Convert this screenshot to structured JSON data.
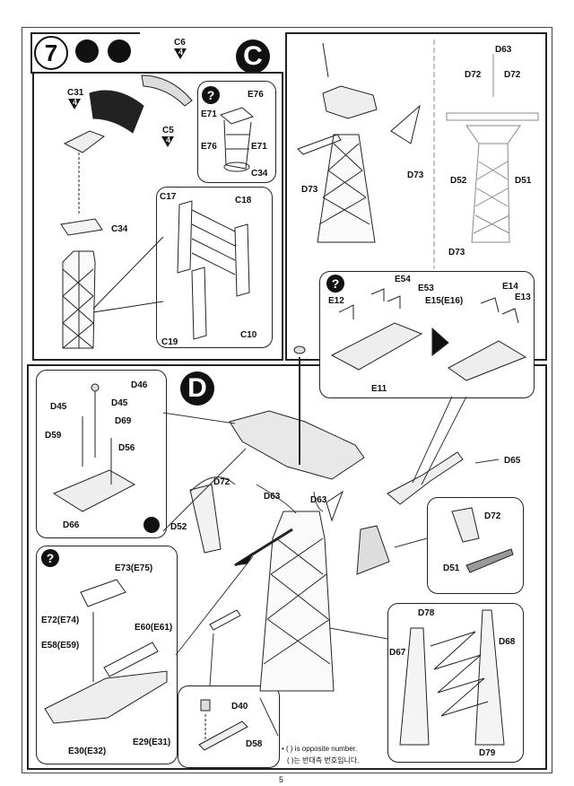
{
  "step": {
    "number": "7"
  },
  "sections": {
    "c": "C",
    "d": "D"
  },
  "paint_refs": {
    "c6": {
      "label": "C6",
      "num": "4"
    },
    "c31": {
      "label": "C31",
      "num": "4"
    },
    "c5": {
      "label": "C5",
      "num": "4"
    }
  },
  "help_mark": "?",
  "parts_c": {
    "c34_main": "C34",
    "c17": "C17",
    "c18": "C18",
    "c19": "C19",
    "c10": "C10",
    "e76_top": "E76",
    "e71_left": "E71",
    "e76_left": "E76",
    "e71_right": "E71",
    "c34_inset": "C34"
  },
  "parts_mast_top": {
    "d63": "D63",
    "d72_left": "D72",
    "d72_right": "D72",
    "d73_left": "D73",
    "d73_mid": "D73",
    "d52": "D52",
    "d51": "D51",
    "d73_bottom": "D73"
  },
  "parts_e_inset": {
    "e12": "E12",
    "e54": "E54",
    "e53": "E53",
    "e15": "E15(E16)",
    "e14": "E14",
    "e13": "E13",
    "e11": "E11"
  },
  "parts_d_inset": {
    "d46": "D46",
    "d45_left": "D45",
    "d45_right": "D45",
    "d69": "D69",
    "d59": "D59",
    "d56": "D56",
    "d66": "D66"
  },
  "parts_d_main": {
    "d72": "D72",
    "d63_left": "D63",
    "d63_right": "D63",
    "d52": "D52",
    "d65": "D65"
  },
  "parts_d72_inset": {
    "d72": "D72",
    "d51": "D51"
  },
  "parts_e_lower": {
    "e73": "E73(E75)",
    "e72": "E72(E74)",
    "e60": "E60(E61)",
    "e58": "E58(E59)",
    "e30": "E30(E32)",
    "e29": "E29(E31)"
  },
  "parts_d40": {
    "d40": "D40",
    "d58": "D58"
  },
  "parts_ladder": {
    "d78": "D78",
    "d68": "D68",
    "d67": "D67",
    "d79": "D79"
  },
  "notes": {
    "opposite_en": "( ) is opposite number.",
    "opposite_kr": "( )는 반대측 번호입니다."
  },
  "page_number": "5"
}
